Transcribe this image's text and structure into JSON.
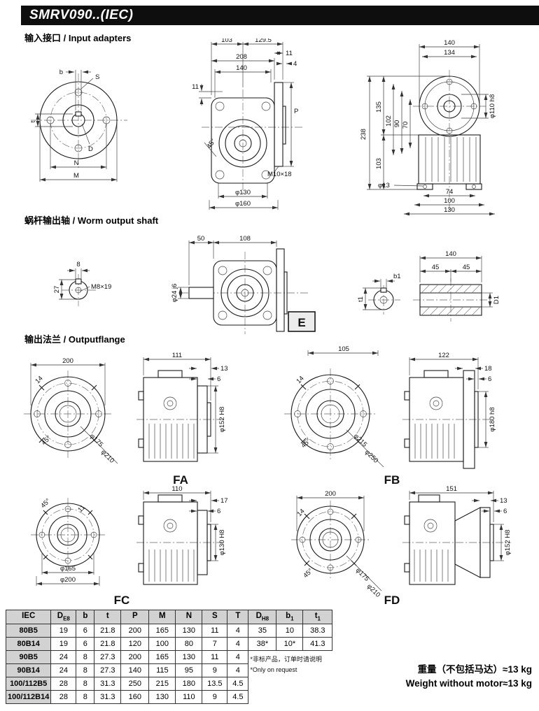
{
  "title": "SMRV090..(IEC)",
  "headings": {
    "input": "输入接口 / Input adapters",
    "worm": "蜗杆输出轴 / Worm output shaft",
    "flange": "输出法兰 / Outputflange"
  },
  "input_front": {
    "b": "b",
    "s": "S",
    "t": "t",
    "d": "D",
    "n": "N",
    "m": "M"
  },
  "input_side": {
    "w1": "103",
    "w2": "129.5",
    "total": "208",
    "square": "140",
    "t_flange": "11",
    "t_step": "4",
    "t_body": "11",
    "p": "P",
    "ang": "45°",
    "tap": "M10×18",
    "bc": "φ130",
    "od": "φ160"
  },
  "input_rear": {
    "w1": "140",
    "w2": "134",
    "h_total": "238",
    "h1": "135",
    "h2": "103",
    "h3": "102",
    "h4": "90",
    "h5": "70",
    "spigot": "φ110 h8",
    "hole": "φ13",
    "b1": "74",
    "b2": "100",
    "b3": "130"
  },
  "shaft_end": {
    "key": "8",
    "depth": "27",
    "tap": "M8×19"
  },
  "shaft_side": {
    "l1": "50",
    "l2": "108",
    "dia": "φ24 j6",
    "view": "E"
  },
  "shaft_section": {
    "len": "140",
    "half1": "45",
    "half2": "45",
    "b1": "b1",
    "t1": "t1",
    "d1": "D1"
  },
  "fa": {
    "label": "FA",
    "front": {
      "sq": "200",
      "slot": "14",
      "ang": "45°",
      "d1": "φ175",
      "d2": "φ210"
    },
    "side": {
      "w": "111",
      "f1": "13",
      "f2": "6",
      "dia": "φ152 H8"
    }
  },
  "fb": {
    "label": "FB",
    "front": {
      "sq": "105",
      "slot": "14",
      "ang": "45°",
      "d1": "φ215",
      "d2": "φ250"
    },
    "side": {
      "w": "122",
      "f1": "18",
      "f2": "6",
      "dia": "φ180 h8"
    }
  },
  "fc": {
    "label": "FC",
    "front": {
      "slot": "11",
      "ang": "45°",
      "d1": "φ165",
      "d2": "φ200"
    },
    "side": {
      "w": "110",
      "f1": "17",
      "f2": "6",
      "dia": "φ130 H8"
    }
  },
  "fd": {
    "label": "FD",
    "front": {
      "sq": "200",
      "slot": "14",
      "ang": "45°",
      "d1": "φ175",
      "d2": "φ210"
    },
    "side": {
      "w": "151",
      "f1": "13",
      "f2": "6",
      "dia": "φ152 H8"
    }
  },
  "table": {
    "headers": [
      {
        "b": "IEC",
        "s": ""
      },
      {
        "b": "D",
        "s": "E8"
      },
      {
        "b": "b",
        "s": ""
      },
      {
        "b": "t",
        "s": ""
      },
      {
        "b": "P",
        "s": ""
      },
      {
        "b": "M",
        "s": ""
      },
      {
        "b": "N",
        "s": ""
      },
      {
        "b": "S",
        "s": ""
      },
      {
        "b": "T",
        "s": ""
      }
    ],
    "rows": [
      [
        "80B5",
        "19",
        "6",
        "21.8",
        "200",
        "165",
        "130",
        "11",
        "4"
      ],
      [
        "80B14",
        "19",
        "6",
        "21.8",
        "120",
        "100",
        "80",
        "7",
        "4"
      ],
      [
        "90B5",
        "24",
        "8",
        "27.3",
        "200",
        "165",
        "130",
        "11",
        "4"
      ],
      [
        "90B14",
        "24",
        "8",
        "27.3",
        "140",
        "115",
        "95",
        "9",
        "4"
      ],
      [
        "100/112B5",
        "28",
        "8",
        "31.3",
        "250",
        "215",
        "180",
        "13.5",
        "4.5"
      ],
      [
        "100/112B14",
        "28",
        "8",
        "31.3",
        "160",
        "130",
        "110",
        "9",
        "4.5"
      ]
    ],
    "right_headers": [
      {
        "b": "D",
        "s": "H8"
      },
      {
        "b": "b",
        "s": "1"
      },
      {
        "b": "t",
        "s": "1"
      }
    ],
    "right_rows": [
      [
        "35",
        "10",
        "38.3"
      ],
      [
        "38*",
        "10*",
        "41.3"
      ]
    ]
  },
  "notes": {
    "line1": "*非标产品，订单时请说明",
    "line2": "*Only on request"
  },
  "footer": {
    "cn": "重量（不包括马达）≈13 kg",
    "en": "Weight without motor≈13 kg"
  }
}
